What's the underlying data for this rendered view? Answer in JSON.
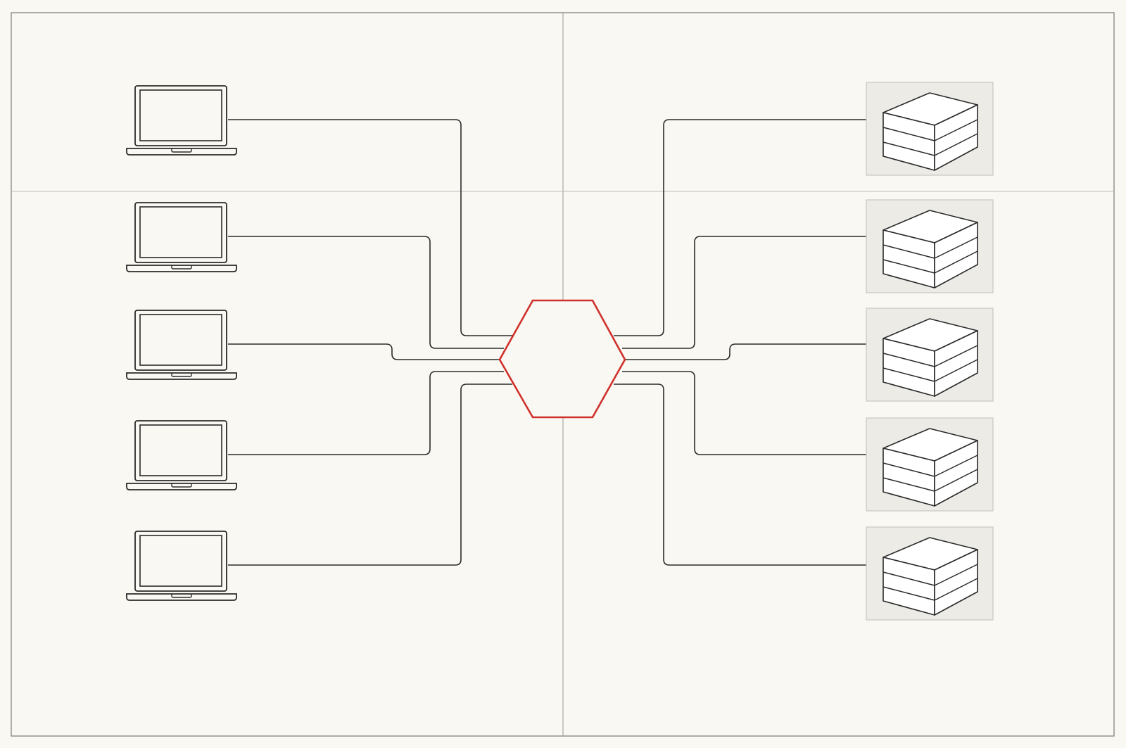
{
  "diagram": {
    "type": "hub-and-spoke network",
    "colors": {
      "background": "#f9f8f3",
      "frame": "#7a7a7a",
      "gridline": "#bdbdb8",
      "connector": "#2b2b2b",
      "icon_stroke": "#2a2a2a",
      "hub_stroke": "#d0302b",
      "server_tile": "#ecebe6",
      "server_tile_border": "#c9c8c2",
      "server_face": "#ffffff"
    },
    "hub": {
      "shape": "hexagon",
      "icon": "hub-hexagon-icon"
    },
    "clients": [
      {
        "icon": "laptop-icon"
      },
      {
        "icon": "laptop-icon"
      },
      {
        "icon": "laptop-icon"
      },
      {
        "icon": "laptop-icon"
      },
      {
        "icon": "laptop-icon"
      }
    ],
    "servers": [
      {
        "icon": "server-stack-icon"
      },
      {
        "icon": "server-stack-icon"
      },
      {
        "icon": "server-stack-icon"
      },
      {
        "icon": "server-stack-icon"
      },
      {
        "icon": "server-stack-icon"
      }
    ],
    "connections": [
      {
        "from": "client-1",
        "to": "hub"
      },
      {
        "from": "client-2",
        "to": "hub"
      },
      {
        "from": "client-3",
        "to": "hub"
      },
      {
        "from": "client-4",
        "to": "hub"
      },
      {
        "from": "client-5",
        "to": "hub"
      },
      {
        "from": "hub",
        "to": "server-1"
      },
      {
        "from": "hub",
        "to": "server-2"
      },
      {
        "from": "hub",
        "to": "server-3"
      },
      {
        "from": "hub",
        "to": "server-4"
      },
      {
        "from": "hub",
        "to": "server-5"
      }
    ]
  }
}
